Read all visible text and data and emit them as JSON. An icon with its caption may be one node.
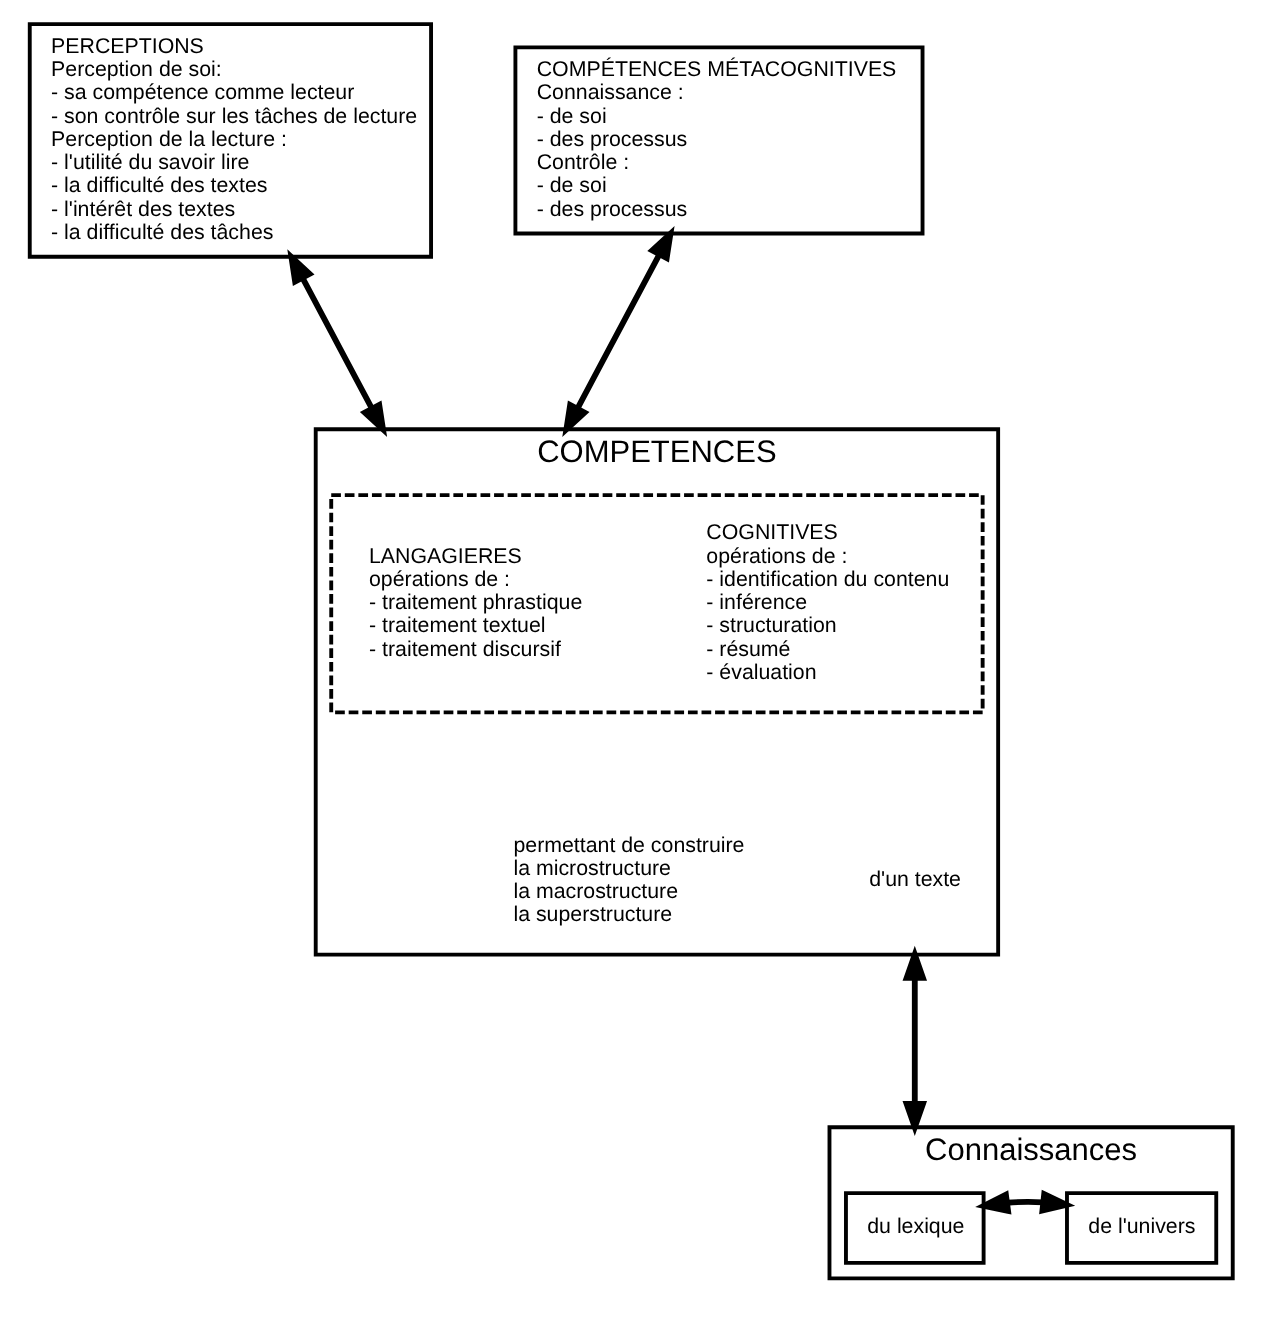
{
  "diagram": {
    "nodes": [
      {
        "text": [
          "PERCEPTIONS",
          "Perception de soi:",
          "- sa compétence comme lecteur",
          "- son contrôle sur les tâches de lecture",
          "Perception de la lecture :",
          "- l'utilité du savoir lire",
          "- la difficulté des textes",
          "- l'intérêt des textes",
          "- la difficulté des tâches"
        ]
      },
      {
        "text": [
          "COMPÉTENCES MÉTACOGNITIVES",
          "Connaissance :",
          "- de soi",
          "- des processus",
          "Contrôle :",
          "- de soi",
          "- des processus"
        ]
      },
      {
        "text": [
          "COMPETENCES"
        ]
      },
      {
        "text": [],
        "shape": "box",
        "in": 2
      },
      {
        "text": [
          "LANGAGIERES",
          "opérations de :",
          "- traitement phrastique",
          "- traitement textuel",
          "- traitement discursif"
        ],
        "in": 3
      },
      {
        "text": [
          "COGNITIVES",
          "opérations de :",
          "- identification du contenu",
          "- inférence",
          "- structuration",
          "- résumé",
          "- évaluation"
        ],
        "in": 3
      },
      {
        "text": [
          "permettant de construire",
          "la microstructure",
          "la macrostructure",
          "la superstructure"
        ],
        "in": 2
      },
      {
        "text": [
          "d'un texte"
        ],
        "in": 2
      },
      {
        "text": [
          "Connaissances"
        ]
      },
      {
        "text": [
          "du lexique"
        ],
        "in": 8
      },
      {
        "text": [
          "de l'univers"
        ],
        "in": 8
      }
    ],
    "edges": [
      {
        "from": 0,
        "to": 2,
        "arrow": "both"
      },
      {
        "from": 1,
        "to": 2,
        "arrow": "both"
      },
      {
        "from": 2,
        "to": 8,
        "arrow": "both"
      },
      {
        "from": 9,
        "to": 10,
        "arrow": "both"
      }
    ]
  }
}
